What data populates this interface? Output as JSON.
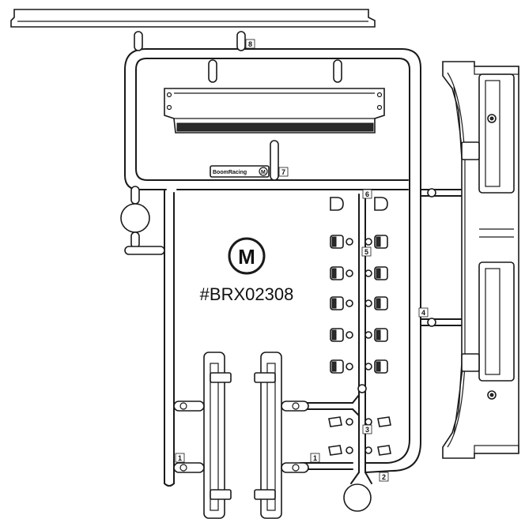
{
  "part_code": "#BRX02308",
  "logo_letter": "M",
  "brand_tag": "BoomRacing",
  "brand_tag_badge": "M",
  "gate_numbers": {
    "n1a": "1",
    "n1b": "1",
    "n2": "2",
    "n3": "3",
    "n4": "4",
    "n5": "5",
    "n6": "6",
    "n7": "7",
    "n8": "8"
  },
  "colors": {
    "line": "#1a1a1a",
    "background": "#ffffff"
  }
}
